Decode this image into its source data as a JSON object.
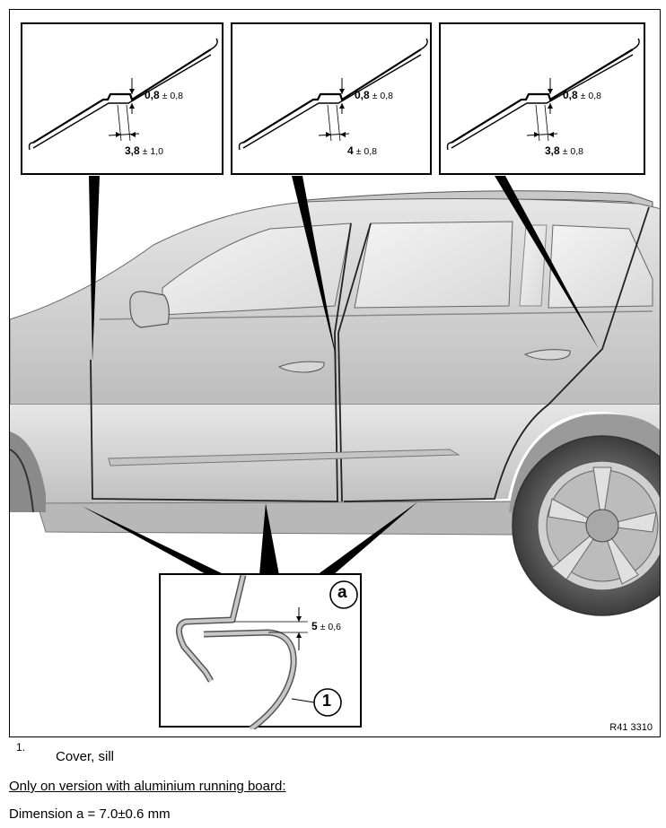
{
  "reference_code": "R41 3310",
  "details": [
    {
      "gap_value": "0,8",
      "gap_tol": "± 0,8",
      "offset_value": "3,8",
      "offset_tol": "± 1,0"
    },
    {
      "gap_value": "0,8",
      "gap_tol": "± 0,8",
      "offset_value": "4",
      "offset_tol": "± 0,8"
    },
    {
      "gap_value": "0,8",
      "gap_tol": "± 0,8",
      "offset_value": "3,8",
      "offset_tol": "± 0,8"
    }
  ],
  "sill_detail": {
    "callout_letter": "a",
    "callout_number": "1",
    "dim_value": "5",
    "dim_tol": "± 0,6"
  },
  "legend": {
    "number": "1.",
    "text": "Cover, sill"
  },
  "note": "Only on version with aluminium running board:",
  "dimension": "Dimension a = 7.0±0.6 mm"
}
